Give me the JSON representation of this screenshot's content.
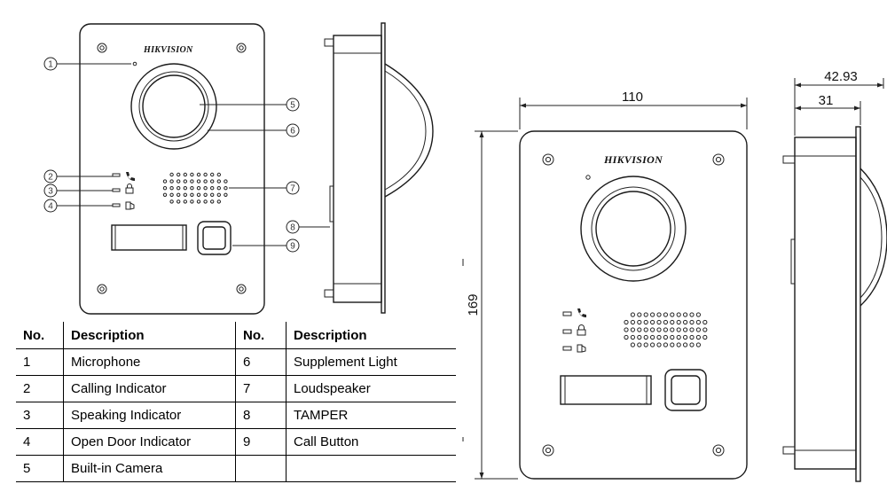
{
  "brand": "HIKVISION",
  "dimensions": {
    "width": "110",
    "height": "169",
    "depth_total": "42.93",
    "depth_body": "31"
  },
  "callouts": [
    "1",
    "2",
    "3",
    "4",
    "5",
    "6",
    "7",
    "8",
    "9"
  ],
  "table": {
    "headers": [
      "No.",
      "Description",
      "No.",
      "Description"
    ],
    "rows": [
      {
        "no1": "1",
        "desc1": "Microphone",
        "no2": "6",
        "desc2": "Supplement Light"
      },
      {
        "no1": "2",
        "desc1": "Calling Indicator",
        "no2": "7",
        "desc2": "Loudspeaker"
      },
      {
        "no1": "3",
        "desc1": "Speaking Indicator",
        "no2": "8",
        "desc2": "TAMPER"
      },
      {
        "no1": "4",
        "desc1": "Open Door Indicator",
        "no2": "9",
        "desc2": "Call Button"
      },
      {
        "no1": "5",
        "desc1": "Built-in Camera",
        "no2": "",
        "desc2": ""
      }
    ]
  }
}
